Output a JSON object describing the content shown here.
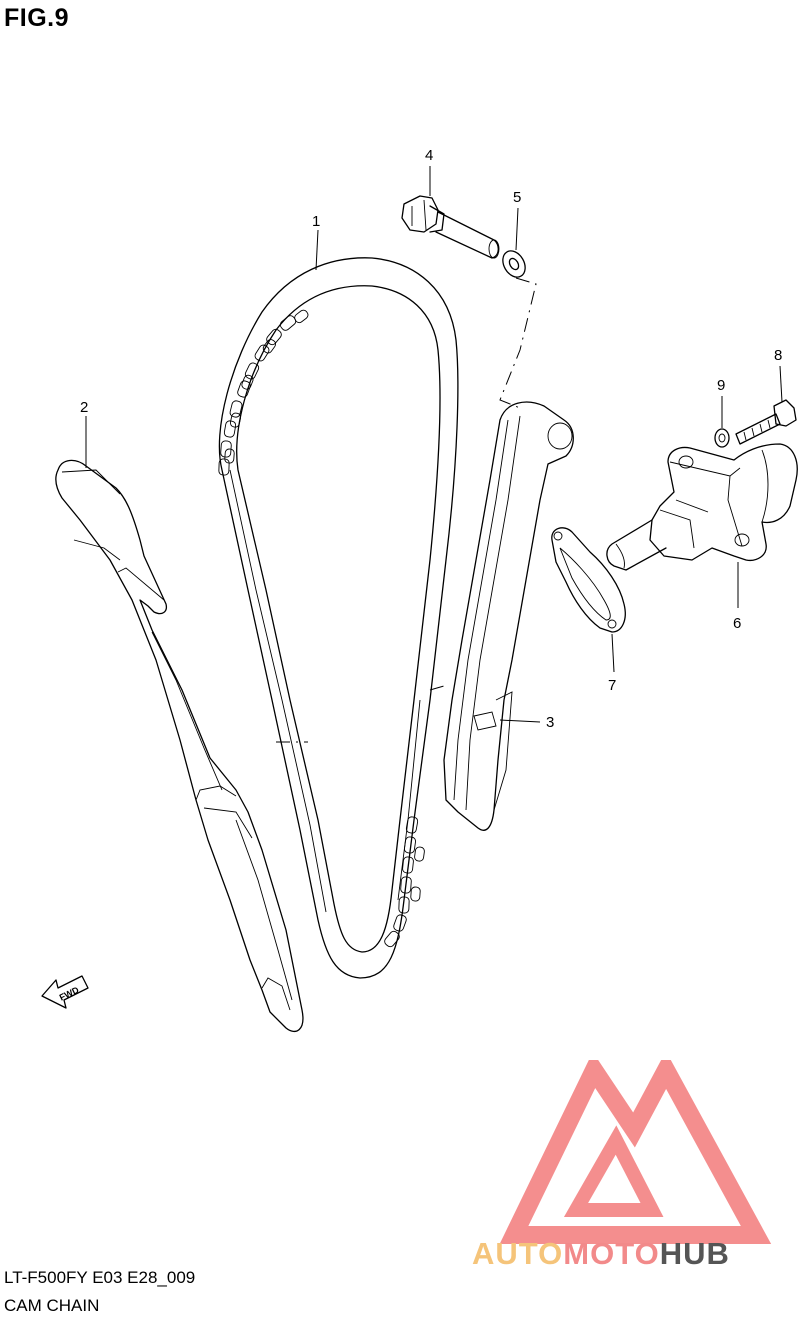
{
  "figure": {
    "title": "FIG.9"
  },
  "callouts": [
    {
      "id": "1",
      "part": "cam-chain"
    },
    {
      "id": "2",
      "part": "chain-guide"
    },
    {
      "id": "3",
      "part": "tensioner-guide"
    },
    {
      "id": "4",
      "part": "pivot-bolt"
    },
    {
      "id": "5",
      "part": "washer"
    },
    {
      "id": "6",
      "part": "tensioner-adjuster"
    },
    {
      "id": "7",
      "part": "gasket"
    },
    {
      "id": "8",
      "part": "bolt"
    },
    {
      "id": "9",
      "part": "small-washer"
    }
  ],
  "direction_indicator": {
    "label": "FWD"
  },
  "footer": {
    "model_code": "LT-F500FY E03 E28_009",
    "section_name": "CAM CHAIN"
  },
  "watermark": {
    "part1": "AUTO",
    "part2": "MOTO",
    "part3": "HUB",
    "colors": {
      "auto": "#f5c47a",
      "moto": "#f28a8a",
      "hub": "#555555",
      "logo": "#f27a7a"
    }
  }
}
